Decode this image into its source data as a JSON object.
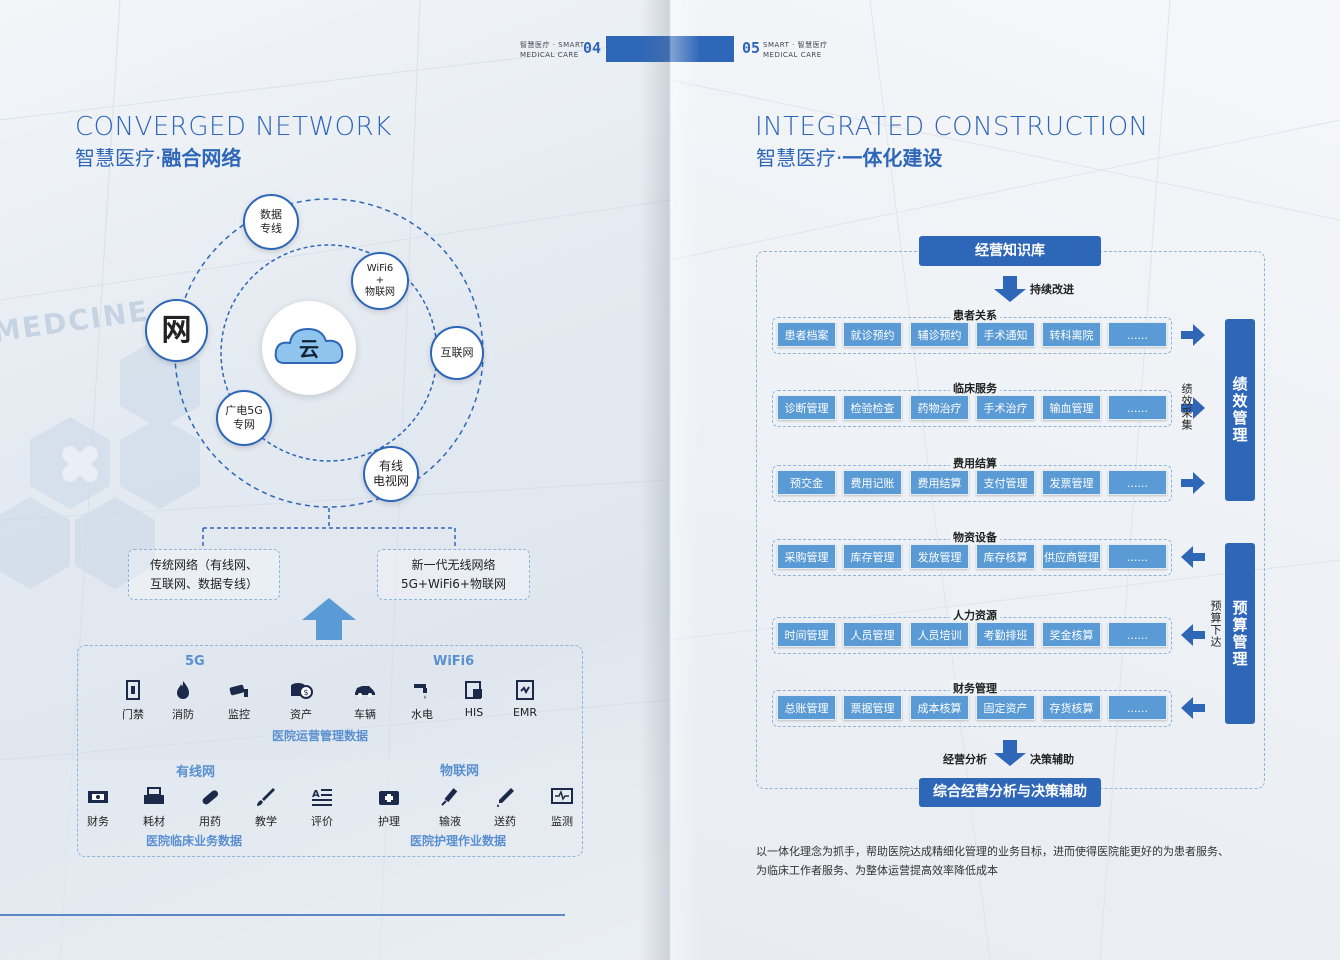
{
  "left": {
    "header": {
      "brand": "智慧医疗 · SMART",
      "sub": "MEDICAL CARE",
      "page_num": "04"
    },
    "title_en": "CONVERGED NETWORK",
    "title_cn_prefix": "智慧医疗·",
    "title_cn_bold": "融合网络",
    "bg_text": "MEDCINE",
    "wang": "网",
    "cloud": "云",
    "nodes": {
      "data_line": "数据\n专线",
      "wifi6": "WiFi6\n+\n物联网",
      "internet": "互联网",
      "gd5g": "广电5G\n专网",
      "cable_tv": "有线\n电视网"
    },
    "traditional": "传统网络（有线网、\n互联网、数据专线）",
    "new_wireless": "新一代无线网络\n5G+WiFi6+物联网",
    "labels": {
      "g5": "5G",
      "wifi6": "WiFi6",
      "ops_data": "医院运营管理数据",
      "wired": "有线网",
      "iot": "物联网",
      "clinical_data": "医院临床业务数据",
      "nursing_data": "医院护理作业数据"
    },
    "ops_icons": [
      {
        "label": "门禁",
        "icon": "door-icon"
      },
      {
        "label": "消防",
        "icon": "fire-icon"
      },
      {
        "label": "监控",
        "icon": "camera-icon"
      },
      {
        "label": "资产",
        "icon": "coins-icon"
      },
      {
        "label": "车辆",
        "icon": "car-icon"
      },
      {
        "label": "水电",
        "icon": "faucet-icon"
      },
      {
        "label": "HIS",
        "icon": "his-icon"
      },
      {
        "label": "EMR",
        "icon": "emr-icon"
      }
    ],
    "clinical_icons": [
      {
        "label": "财务",
        "icon": "money-icon"
      },
      {
        "label": "耗材",
        "icon": "printer-icon"
      },
      {
        "label": "用药",
        "icon": "pill-icon"
      },
      {
        "label": "教学",
        "icon": "brush-icon"
      },
      {
        "label": "评价",
        "icon": "list-icon"
      }
    ],
    "nursing_icons": [
      {
        "label": "护理",
        "icon": "firstaid-icon"
      },
      {
        "label": "输液",
        "icon": "syringe-icon"
      },
      {
        "label": "送药",
        "icon": "dropper-icon"
      },
      {
        "label": "监测",
        "icon": "monitor-icon"
      }
    ]
  },
  "right": {
    "header": {
      "page_num": "05",
      "brand": "SMART · 智慧医疗",
      "sub": "MEDICAL CARE"
    },
    "title_en": "INTEGRATED CONSTRUCTION",
    "title_cn_prefix": "智慧医疗·",
    "title_cn_bold": "一体化建设",
    "top_banner": "经营知识库",
    "continuous": "持续改进",
    "rows": [
      {
        "title": "患者关系",
        "items": [
          "患者档案",
          "就诊预约",
          "辅诊预约",
          "手术通知",
          "转科离院",
          "......"
        ],
        "arrow": "right"
      },
      {
        "title": "临床服务",
        "items": [
          "诊断管理",
          "检验检查",
          "药物治疗",
          "手术治疗",
          "输血管理",
          "......"
        ],
        "arrow": "right"
      },
      {
        "title": "费用结算",
        "items": [
          "预交金",
          "费用记账",
          "费用结算",
          "支付管理",
          "发票管理",
          "......"
        ],
        "arrow": "right"
      },
      {
        "title": "物资设备",
        "items": [
          "采购管理",
          "库存管理",
          "发放管理",
          "库存核算",
          "供应商管理",
          "......"
        ],
        "arrow": "left"
      },
      {
        "title": "人力资源",
        "items": [
          "时间管理",
          "人员管理",
          "人员培训",
          "考勤排班",
          "奖金核算",
          "......"
        ],
        "arrow": "left"
      },
      {
        "title": "财务管理",
        "items": [
          "总账管理",
          "票据管理",
          "成本核算",
          "固定资产",
          "存货核算",
          "......"
        ],
        "arrow": "left"
      }
    ],
    "perf_collect": "绩效采集",
    "perf_mgmt": "绩效管理",
    "budget_issue": "预算下达",
    "budget_mgmt": "预算管理",
    "analysis": "经营分析",
    "decision": "决策辅助",
    "bottom_banner": "综合经营分析与决策辅助",
    "paragraph": "以一体化理念为抓手，帮助医院达成精细化管理的业务目标，进而使得医院能更好的为患者服务、\n为临床工作者服务、为整体运营提高效率降低成本"
  }
}
